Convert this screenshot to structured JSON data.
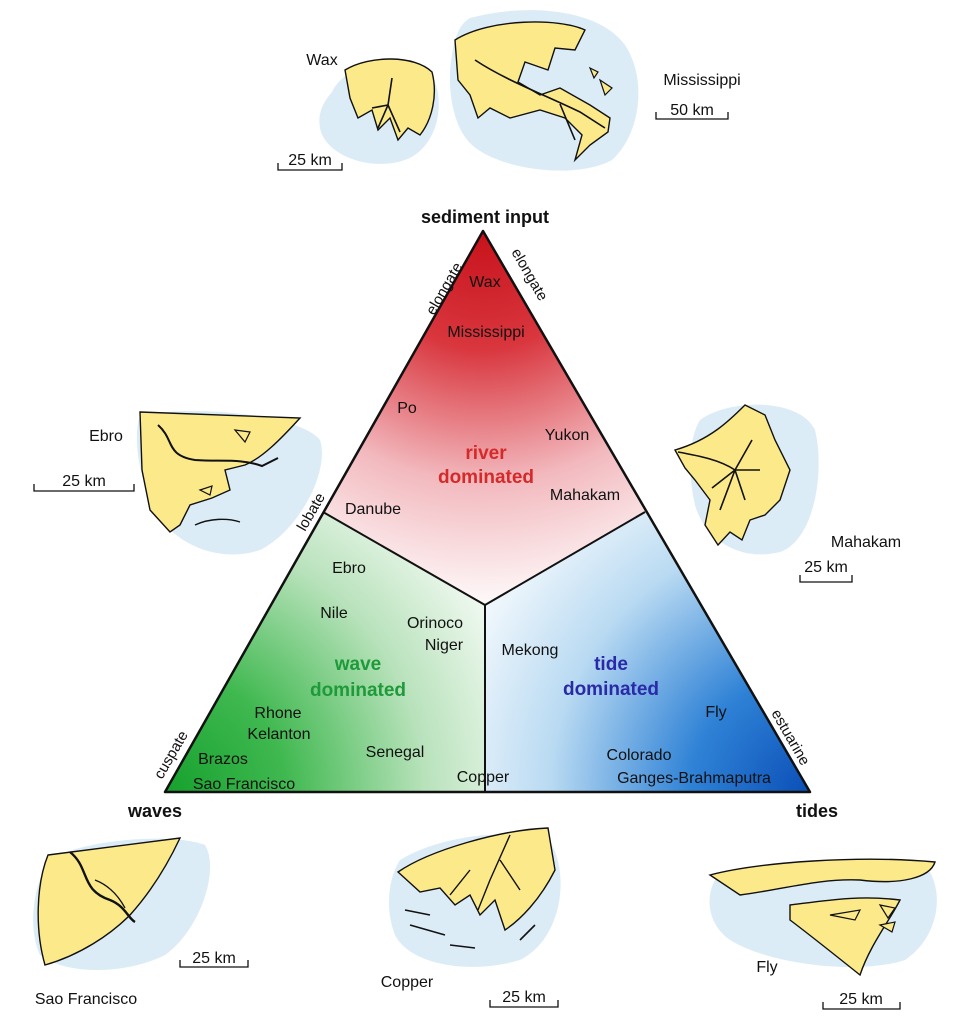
{
  "corners": {
    "top": "sediment input",
    "left": "waves",
    "right": "tides"
  },
  "edge_labels": {
    "top_left": "elongate",
    "top_right": "elongate",
    "mid_left": "lobate",
    "bottom_left": "cuspate",
    "bottom_right": "estuarine"
  },
  "regions": {
    "river": {
      "line1": "river",
      "line2": "dominated",
      "color": "#d42a2a"
    },
    "wave": {
      "line1": "wave",
      "line2": "dominated",
      "color": "#1e9a3a"
    },
    "tide": {
      "line1": "tide",
      "line2": "dominated",
      "color": "#2a2aa8"
    }
  },
  "deltas": [
    "Wax",
    "Mississippi",
    "Po",
    "Yukon",
    "Mahakam",
    "Danube",
    "Ebro",
    "Nile",
    "Orinoco",
    "Niger",
    "Mekong",
    "Rhone",
    "Kelanton",
    "Senegal",
    "Brazos",
    "Sao Francisco",
    "Copper",
    "Fly",
    "Colorado",
    "Ganges-Brahmaputra"
  ],
  "maps": [
    {
      "name": "Wax",
      "scale": "25 km"
    },
    {
      "name": "Mississippi",
      "scale": "50 km"
    },
    {
      "name": "Ebro",
      "scale": "25 km"
    },
    {
      "name": "Mahakam",
      "scale": "25 km"
    },
    {
      "name": "Sao Francisco",
      "scale": "25 km"
    },
    {
      "name": "Copper",
      "scale": "25 km"
    },
    {
      "name": "Fly",
      "scale": "25 km"
    }
  ],
  "colors": {
    "water": "#dcecf7",
    "land": "#fbe98a",
    "outline": "#111111"
  }
}
